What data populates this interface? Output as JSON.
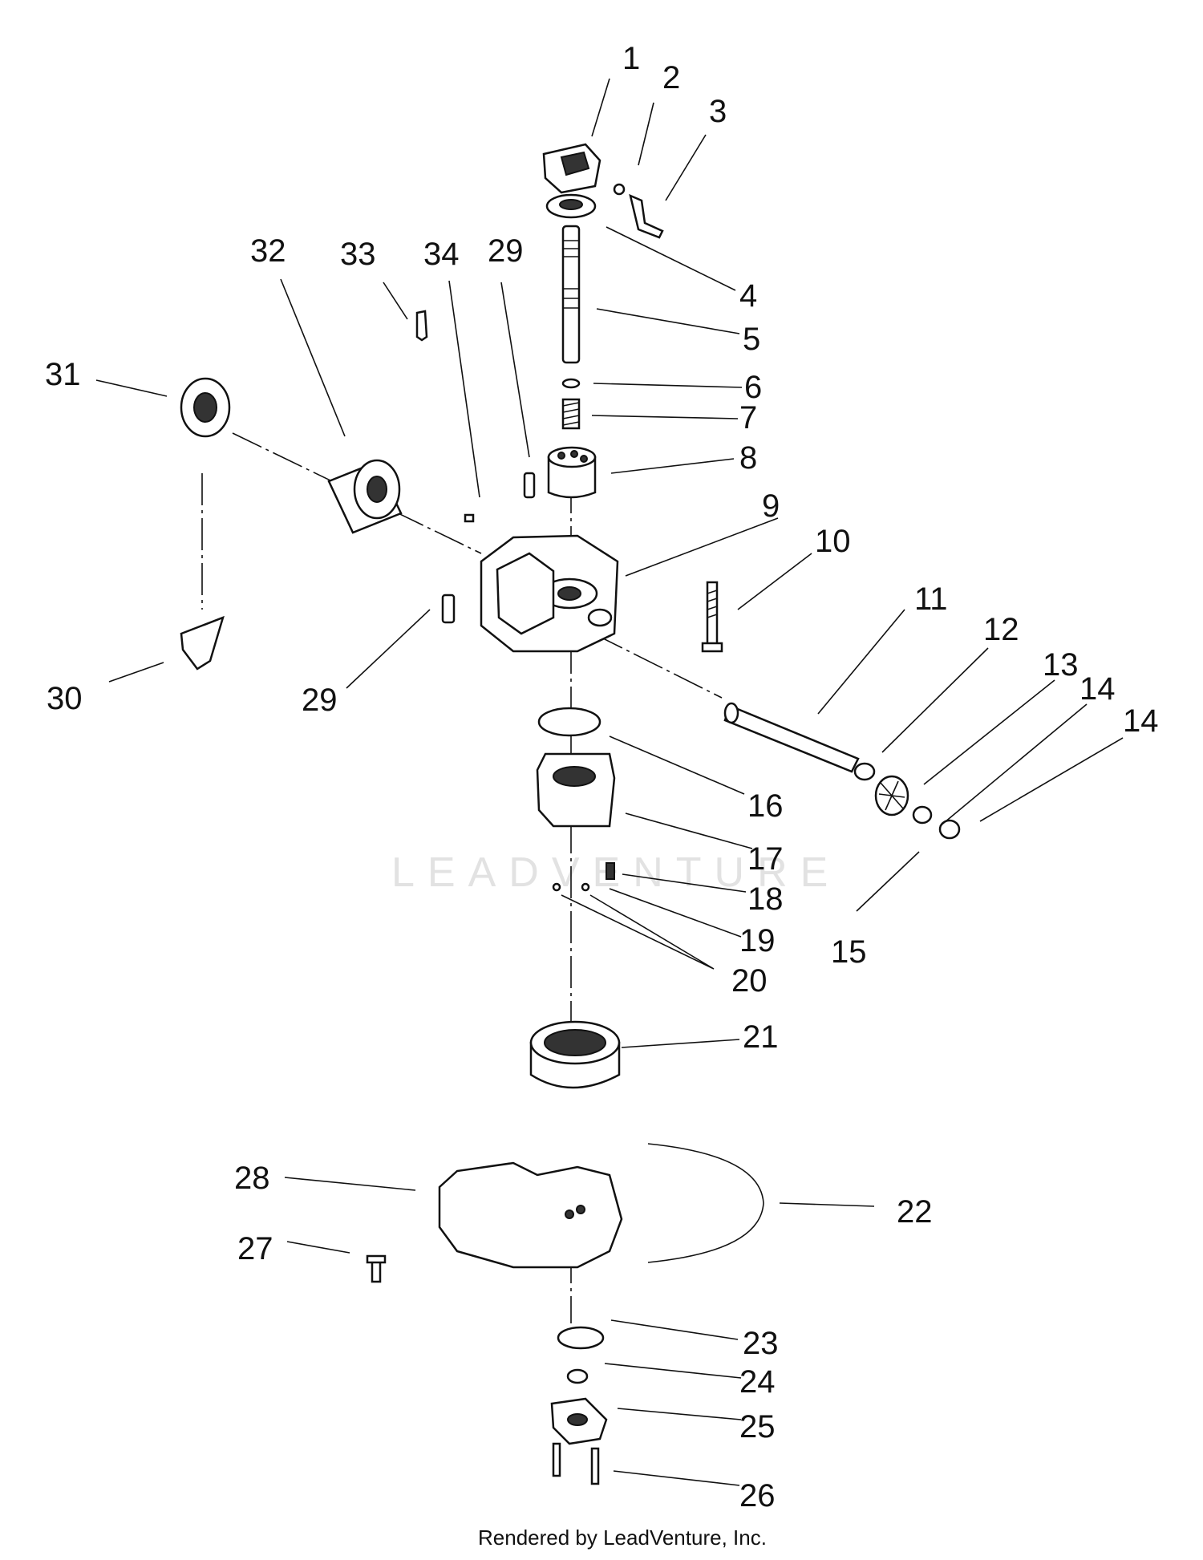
{
  "callouts": [
    {
      "id": "1",
      "text": "1"
    },
    {
      "id": "2",
      "text": "2"
    },
    {
      "id": "3",
      "text": "3"
    },
    {
      "id": "4",
      "text": "4"
    },
    {
      "id": "5",
      "text": "5"
    },
    {
      "id": "6",
      "text": "6"
    },
    {
      "id": "7",
      "text": "7"
    },
    {
      "id": "8",
      "text": "8"
    },
    {
      "id": "9",
      "text": "9"
    },
    {
      "id": "10",
      "text": "10"
    },
    {
      "id": "11",
      "text": "11"
    },
    {
      "id": "12",
      "text": "12"
    },
    {
      "id": "13",
      "text": "13"
    },
    {
      "id": "14a",
      "text": "14"
    },
    {
      "id": "14b",
      "text": "14"
    },
    {
      "id": "15",
      "text": "15"
    },
    {
      "id": "16",
      "text": "16"
    },
    {
      "id": "17",
      "text": "17"
    },
    {
      "id": "18",
      "text": "18"
    },
    {
      "id": "19",
      "text": "19"
    },
    {
      "id": "20",
      "text": "20"
    },
    {
      "id": "21",
      "text": "21"
    },
    {
      "id": "22",
      "text": "22"
    },
    {
      "id": "23",
      "text": "23"
    },
    {
      "id": "24",
      "text": "24"
    },
    {
      "id": "25",
      "text": "25"
    },
    {
      "id": "26",
      "text": "26"
    },
    {
      "id": "27",
      "text": "27"
    },
    {
      "id": "28",
      "text": "28"
    },
    {
      "id": "29a",
      "text": "29"
    },
    {
      "id": "29b",
      "text": "29"
    },
    {
      "id": "30",
      "text": "30"
    },
    {
      "id": "31",
      "text": "31"
    },
    {
      "id": "32",
      "text": "32"
    },
    {
      "id": "33",
      "text": "33"
    },
    {
      "id": "34",
      "text": "34"
    }
  ],
  "watermark": "LEADVENTURE",
  "footer": "Rendered by LeadVenture, Inc."
}
